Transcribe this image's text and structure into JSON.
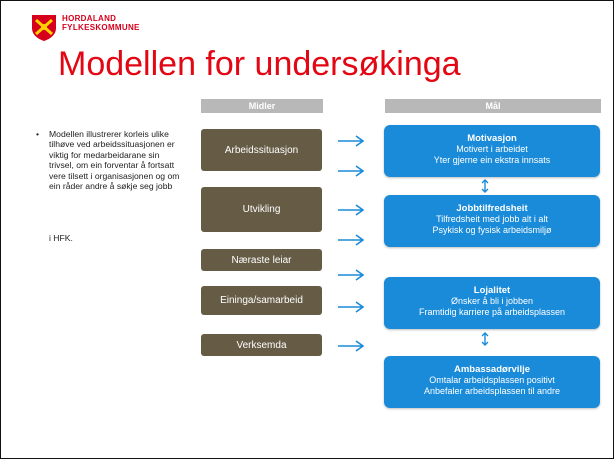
{
  "header": {
    "org_line1": "HORDALAND",
    "org_line2": "FYLKESKOMMUNE",
    "title": "Modellen for undersøkinga"
  },
  "columns": {
    "midler": "Midler",
    "mal": "Mål"
  },
  "bullet": {
    "marker": "•",
    "text": "Modellen illustrerer korleis ulike tilhøve ved arbeidssituasjonen er viktig for medarbeidarane sin trivsel, om ein forventar å fortsatt vere tilsett i organisasjonen og om ein råder andre å søkje seg jobb",
    "tail": "i HFK."
  },
  "midler_boxes": [
    "Arbeidssituasjon",
    "Utvikling",
    "Næraste leiar",
    "Eininga/samarbeid",
    "Verksemda"
  ],
  "goals": [
    {
      "title": "Motivasjon",
      "lines": [
        "Motivert i arbeidet",
        "Yter gjerne ein ekstra innsats"
      ]
    },
    {
      "title": "Jobbtilfredsheit",
      "lines": [
        "Tilfredsheit med jobb alt i alt",
        "Psykisk og fysisk arbeidsmiljø"
      ]
    },
    {
      "title": "Lojalitet",
      "lines": [
        "Ønsker å bli i jobben",
        "Framtidig karriere på arbeidsplassen"
      ]
    },
    {
      "title": "Ambassadørvilje",
      "lines": [
        "Omtalar arbeidsplassen positivt",
        "Anbefaler arbeidsplassen til andre"
      ]
    }
  ],
  "colors": {
    "title": "#e30613",
    "box": "#665c46",
    "goal": "#1a8bd9",
    "arrow": "#1a8bd9",
    "header_bar": "#b8b8b8"
  },
  "icons": {
    "logo": "hordaland-coat-of-arms",
    "arrow": "arrow-right-icon",
    "link": "double-arrow-vertical-icon"
  }
}
